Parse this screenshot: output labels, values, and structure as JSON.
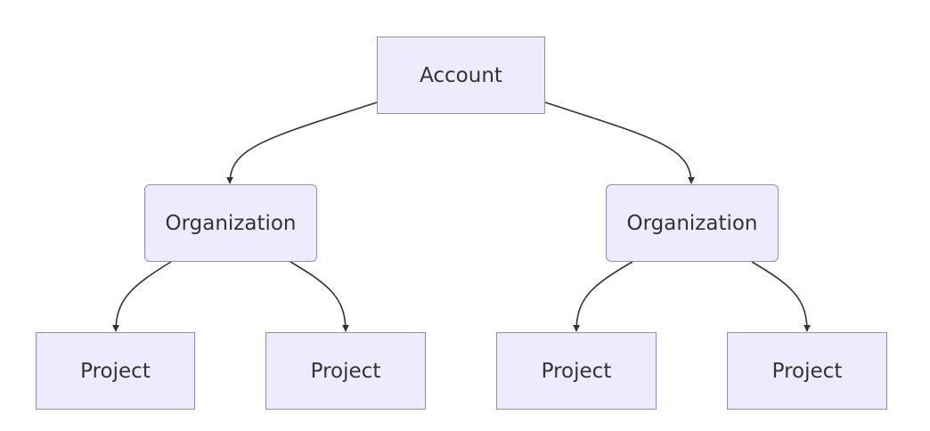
{
  "diagram": {
    "type": "flowchart",
    "direction": "top-down",
    "colors": {
      "node_fill": "#ececfe",
      "node_border": "#9a82dc",
      "edge": "#333333",
      "text": "#333333"
    },
    "nodes": {
      "account": {
        "label": "Account"
      },
      "org_1": {
        "label": "Organization"
      },
      "org_2": {
        "label": "Organization"
      },
      "proj_1": {
        "label": "Project"
      },
      "proj_2": {
        "label": "Project"
      },
      "proj_3": {
        "label": "Project"
      },
      "proj_4": {
        "label": "Project"
      }
    },
    "edges": [
      {
        "from": "account",
        "to": "org_1"
      },
      {
        "from": "account",
        "to": "org_2"
      },
      {
        "from": "org_1",
        "to": "proj_1"
      },
      {
        "from": "org_1",
        "to": "proj_2"
      },
      {
        "from": "org_2",
        "to": "proj_3"
      },
      {
        "from": "org_2",
        "to": "proj_4"
      }
    ]
  }
}
